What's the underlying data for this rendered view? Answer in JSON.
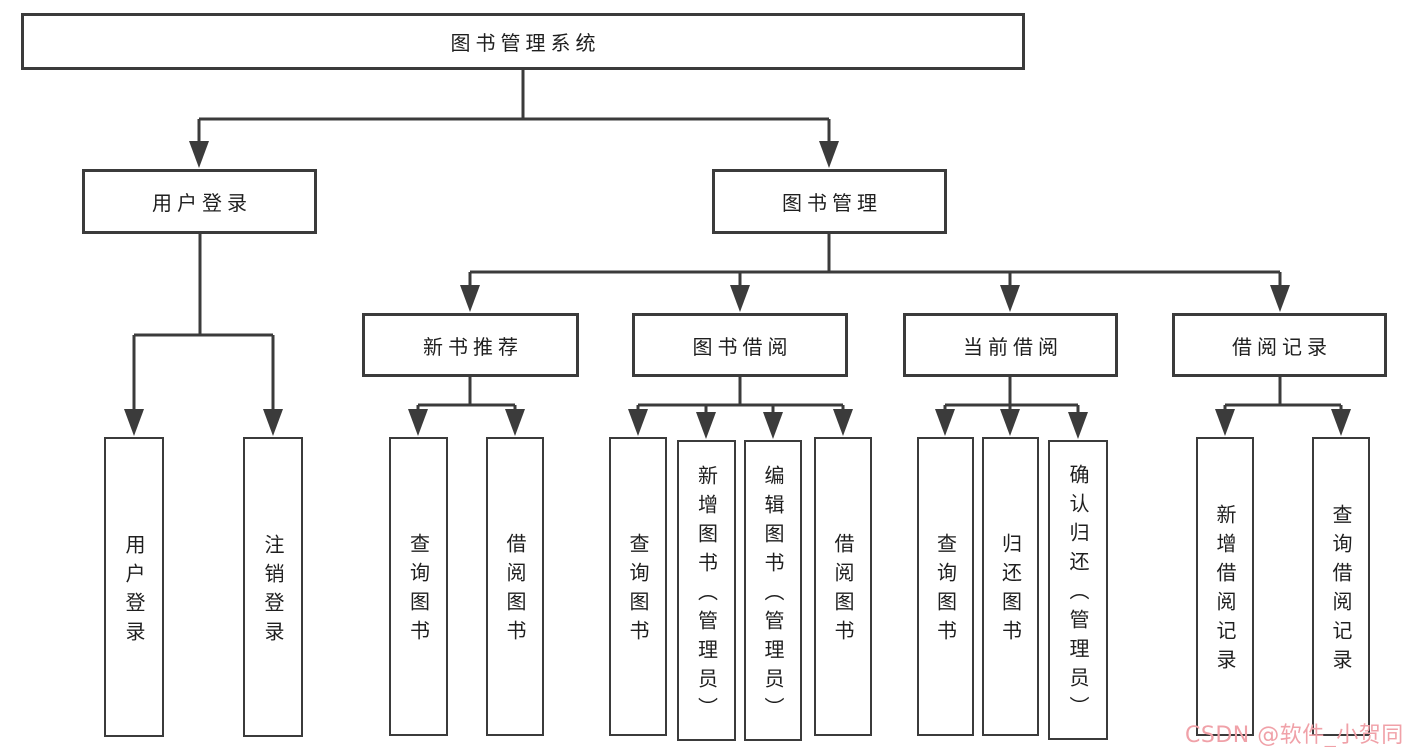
{
  "tree": {
    "root": {
      "label": "图书管理系统"
    },
    "branches": [
      {
        "label": "用户登录",
        "leaves": [
          {
            "label": "用户登录"
          },
          {
            "label": "注销登录"
          }
        ]
      },
      {
        "label": "图书管理",
        "groups": [
          {
            "label": "新书推荐",
            "leaves": [
              {
                "label": "查询图书"
              },
              {
                "label": "借阅图书"
              }
            ]
          },
          {
            "label": "图书借阅",
            "leaves": [
              {
                "label": "查询图书"
              },
              {
                "label": "新增图书（管理员）"
              },
              {
                "label": "编辑图书（管理员）"
              },
              {
                "label": "借阅图书"
              }
            ]
          },
          {
            "label": "当前借阅",
            "leaves": [
              {
                "label": "查询图书"
              },
              {
                "label": "归还图书"
              },
              {
                "label": "确认归还（管理员）"
              }
            ]
          },
          {
            "label": "借阅记录",
            "leaves": [
              {
                "label": "新增借阅记录"
              },
              {
                "label": "查询借阅记录"
              }
            ]
          }
        ]
      }
    ]
  },
  "watermark": {
    "text": "CSDN @软件_小贺同学",
    "color": "#f0a1a8"
  },
  "colors": {
    "line": "#3b3b3b",
    "box_border": "#3b3b3b",
    "text": "#1f1f1f",
    "background": "#ffffff"
  }
}
